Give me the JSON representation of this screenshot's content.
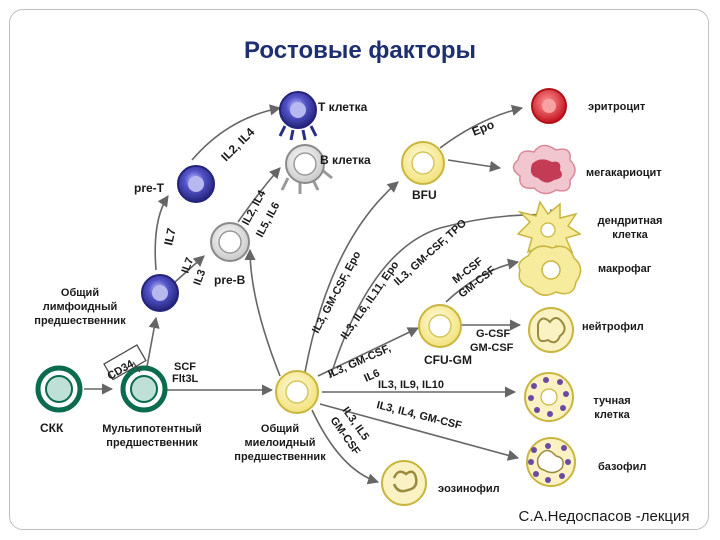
{
  "title": "Ростовые факторы",
  "footer": "С.А.Недоспасов -лекция",
  "colors": {
    "arrow": "#666666",
    "title": "#1d2f6e",
    "blue_cell": "#3a3aa0",
    "yellow_cell": "#f5e98a",
    "red_cell": "#d61f2c",
    "pink_cell": "#f0b9c3",
    "granule": "#6b4aa0"
  },
  "cells": {
    "t_cell": "Т клетка",
    "b_cell": "В клетка",
    "pre_t": "pre-T",
    "pre_b": "pre-B",
    "common_lymphoid": [
      "Общий",
      "лимфоидный",
      "предшественник"
    ],
    "skk": "СКК",
    "multipotent": [
      "Мультипотентный",
      "предшественник"
    ],
    "common_myeloid": [
      "Общий",
      "миелоидный",
      "предшественник"
    ],
    "bfu": "BFU",
    "cfu_gm": "CFU-GM",
    "erythrocyte": "эритроцит",
    "megakaryocyte": "мегакариоцит",
    "dendritic": [
      "дендритная",
      "клетка"
    ],
    "macrophage": "макрофаг",
    "neutrophil": "нейтрофил",
    "mast": [
      "тучная",
      "клетка"
    ],
    "basophil": "базофил",
    "eosinophil": "эозинофил"
  },
  "factors": {
    "il2_il4": "IL2, IL4",
    "il7_a": "IL7",
    "il2_il4_il5_il6": [
      "IL2, IL4",
      "IL5, IL6"
    ],
    "il7_il3": [
      "IL7",
      "IL3"
    ],
    "epo_top": "Epo",
    "gmcsf_epo": "IL3, GM-CSF, Epo",
    "gmcsf_tpo": "IL3, GM-CSF, TPO",
    "il_11_epo": "IL3, IL6, IL11, Epo",
    "m_csf": [
      "M-CSF",
      "GM-CSF"
    ],
    "gcsf": [
      "G-CSF",
      "GM-CSF"
    ],
    "il3_gmcsf_il6": [
      "IL3, GM-CSF,",
      "IL6"
    ],
    "il3_il9_il10": "IL3, IL9, IL10",
    "il3_il4_gmcsf": "IL3, IL4, GM-CSF",
    "il3_il5_gmcsf": [
      "IL3, IL5",
      "GM-CSF"
    ],
    "scf": [
      "SCF",
      "Flt3L"
    ],
    "cd34": "CD34"
  }
}
